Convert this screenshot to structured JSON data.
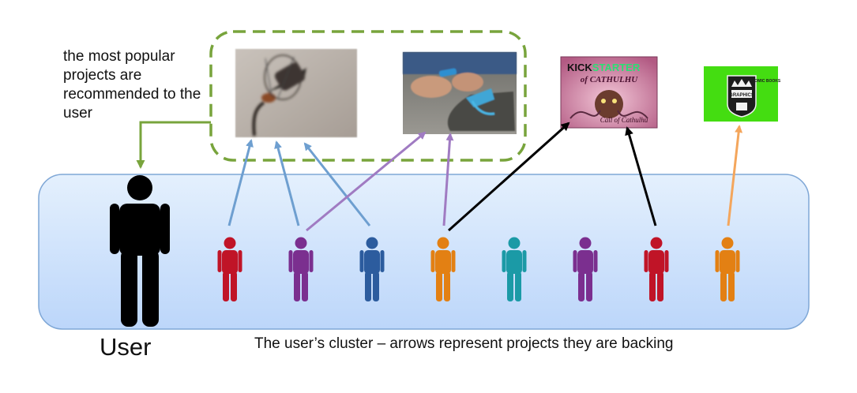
{
  "annotation": {
    "popular_note": "the most popular projects are recommended to the user"
  },
  "labels": {
    "user": "User",
    "cluster_caption": "The user’s cluster – arrows represent projects they are backing"
  },
  "project_cards": {
    "kickstarter": {
      "brand_a": "KICK",
      "brand_b": "STARTER",
      "subtitle": "of CATHULHU",
      "title": "Call of Cathulhu"
    },
    "comic": {
      "top": "COMIC BOOKS",
      "middle": "GRAPHICS"
    }
  },
  "colors": {
    "cluster_fill_top": "#e4f0fd",
    "cluster_fill_bottom": "#bcd6fa",
    "cluster_border": "#7fa7d6",
    "recommend_box": "#78a43c",
    "user": "#000000",
    "red": "#c01427",
    "purple": "#7b2f8f",
    "blue": "#2c5c9e",
    "orange": "#e38013",
    "teal": "#1b9aa6",
    "arrow_blue": "#6e9fd0",
    "arrow_purple": "#a07bc2",
    "arrow_black": "#000000",
    "arrow_orange": "#f4a65c",
    "arrow_green": "#78a43c",
    "kickstarter_green": "#2bde73",
    "comic_green": "#44dd11"
  },
  "people": [
    "red",
    "purple",
    "blue",
    "orange",
    "teal",
    "purple",
    "red",
    "orange"
  ],
  "icons": {
    "project_1": "microphone-photo-icon",
    "project_2": "sneaker-photo-icon",
    "project_3": "kickstarter-poster-icon",
    "project_4": "comic-logo-icon"
  }
}
